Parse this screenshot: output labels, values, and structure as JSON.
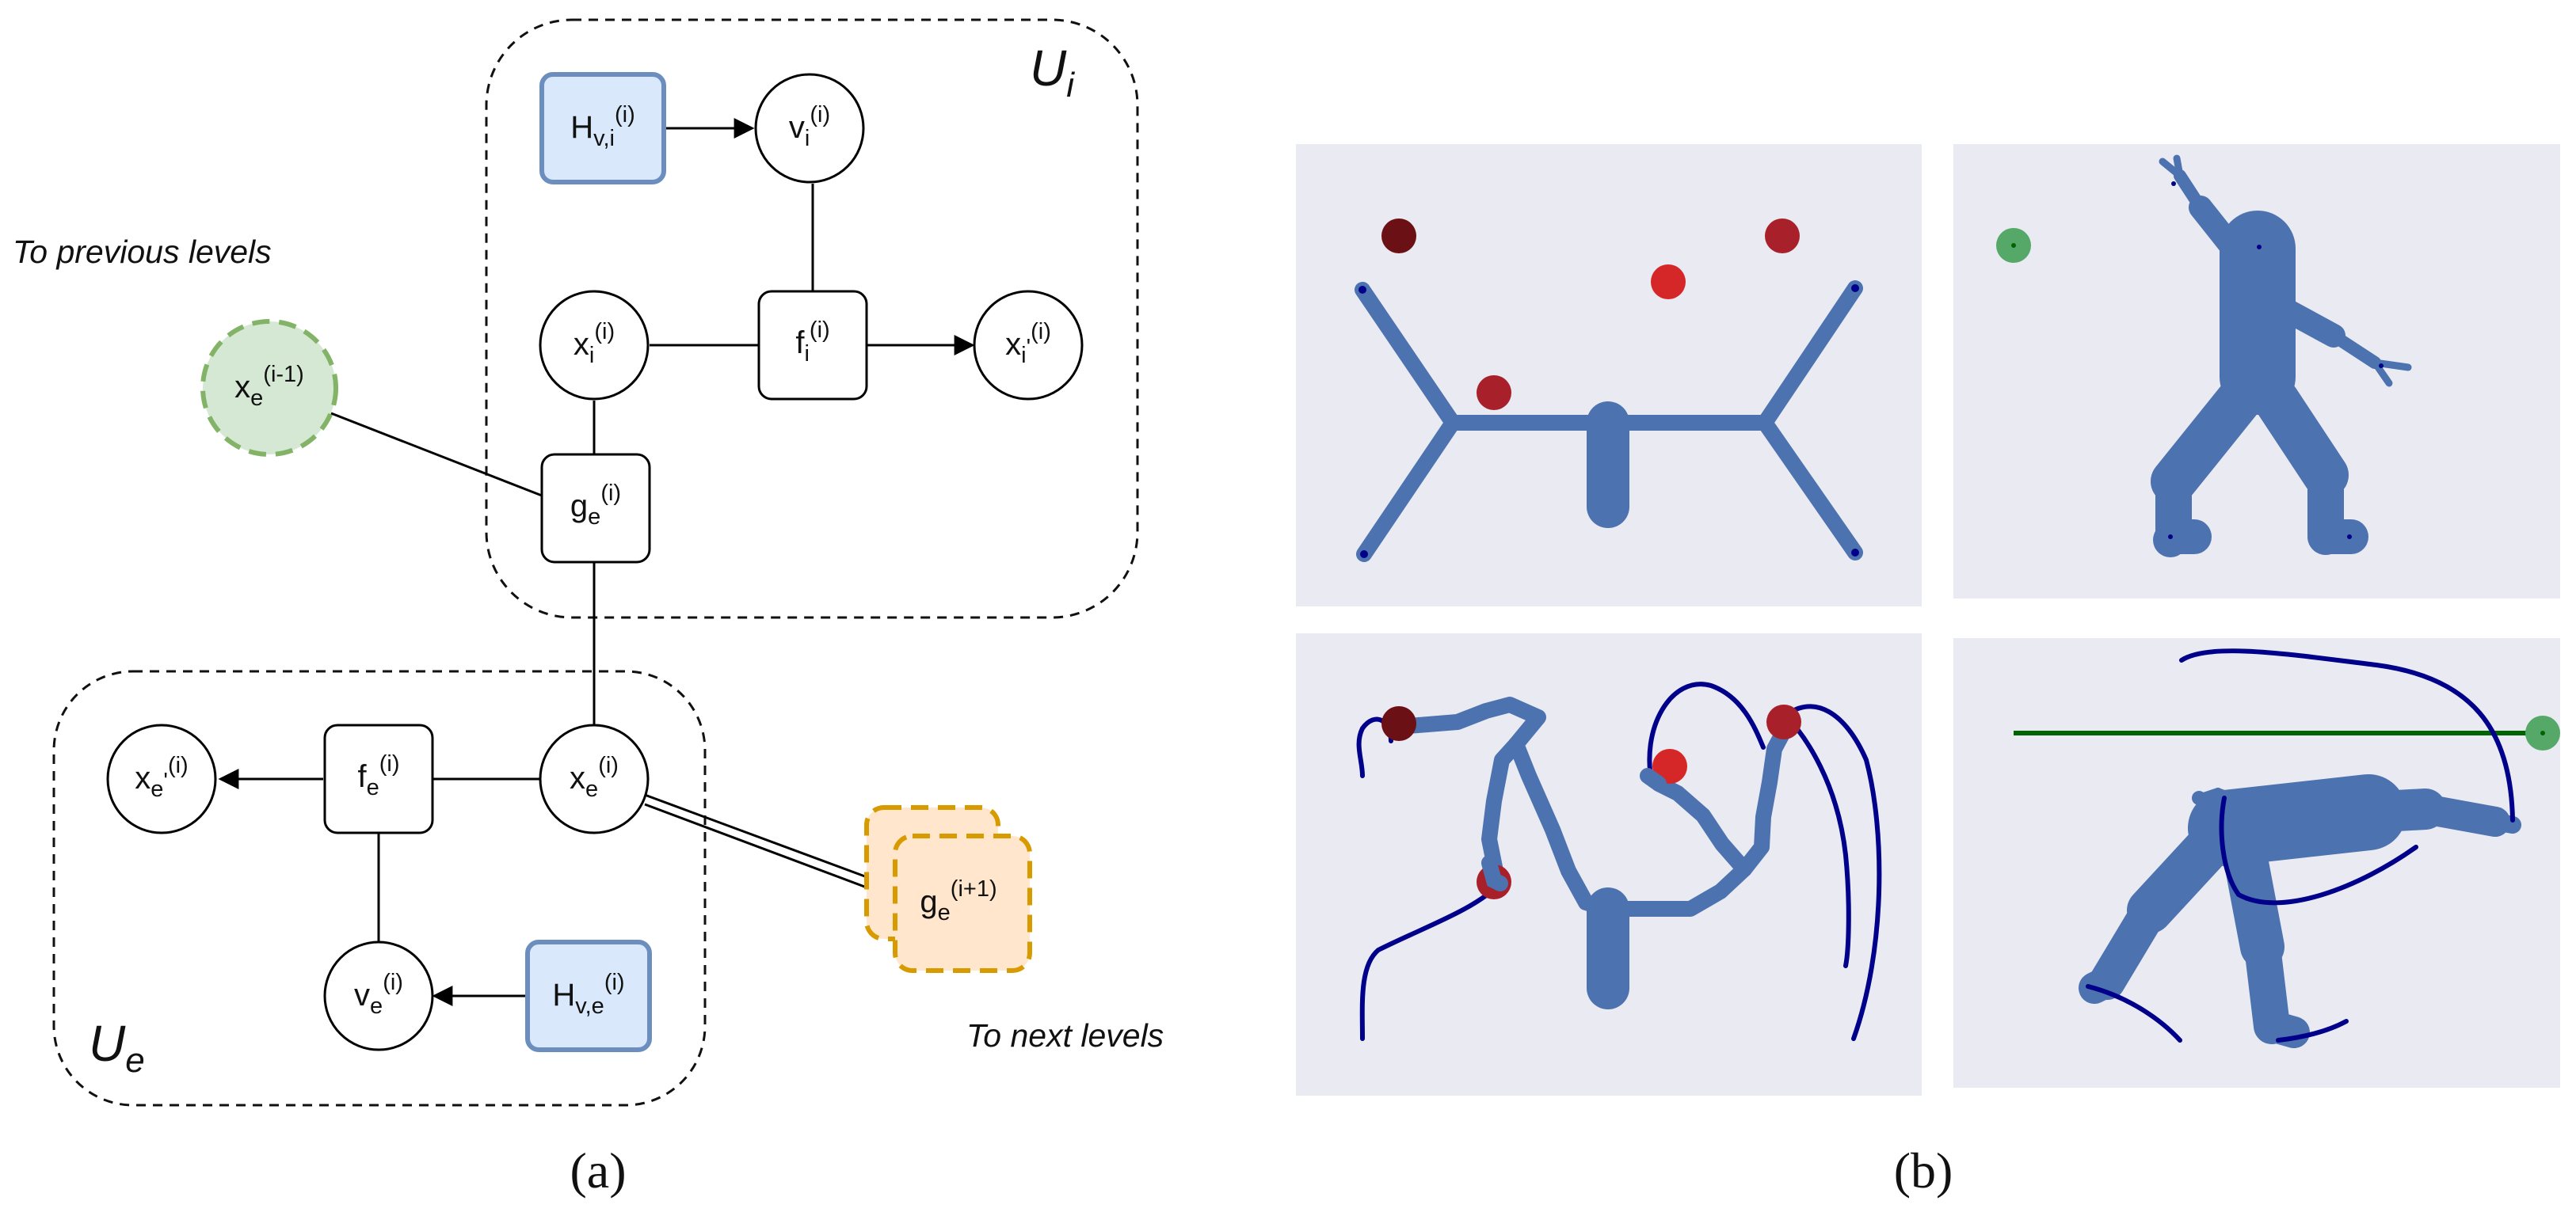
{
  "panel_a": {
    "caption": "(a)",
    "plate_i": {
      "name": "U",
      "sub": "i"
    },
    "plate_e": {
      "name": "U",
      "sub": "e"
    },
    "annotations": {
      "to_previous": "To previous levels",
      "to_next": "To next levels"
    },
    "nodes": {
      "H_vi": {
        "base": "H",
        "sub": "v,i",
        "sup": "(i)"
      },
      "v_i": {
        "base": "v",
        "sub": "i",
        "sup": "(i)"
      },
      "x_i": {
        "base": "x",
        "sub": "i",
        "sup": "(i)"
      },
      "f_i": {
        "base": "f",
        "sub": "i",
        "sup": "(i)"
      },
      "x_i_prime": {
        "base": "x",
        "sub": "i",
        "prime": "'",
        "sup": "(i)"
      },
      "g_e": {
        "base": "g",
        "sub": "e",
        "sup": "(i)"
      },
      "x_e_prev": {
        "base": "x",
        "sub": "e",
        "sup": "(i-1)"
      },
      "x_e": {
        "base": "x",
        "sub": "e",
        "sup": "(i)"
      },
      "f_e": {
        "base": "f",
        "sub": "e",
        "sup": "(i)"
      },
      "x_e_prime": {
        "base": "x",
        "sub": "e",
        "prime": "'",
        "sup": "(i)"
      },
      "v_e": {
        "base": "v",
        "sub": "e",
        "sup": "(i)"
      },
      "H_ve": {
        "base": "H",
        "sub": "v,e",
        "sup": "(i)"
      },
      "g_e_next": {
        "base": "g",
        "sub": "e",
        "sup": "(i+1)"
      }
    },
    "colors": {
      "blue_fill": "#dae8fc",
      "blue_stroke": "#6c8ebf",
      "green_fill": "#d5e8d4",
      "green_stroke": "#82b366",
      "orange_fill": "#ffe6cc",
      "orange_stroke": "#d79b00"
    }
  },
  "panel_b": {
    "caption": "(b)",
    "colors": {
      "background": "#eaeaf2",
      "body": "#4c72b0",
      "trajectory": "#00008b",
      "dark_red": "#6b1014",
      "mid_red": "#a8202a",
      "red": "#d62728",
      "green_dot": "#55a868",
      "green_line": "#006400"
    }
  }
}
